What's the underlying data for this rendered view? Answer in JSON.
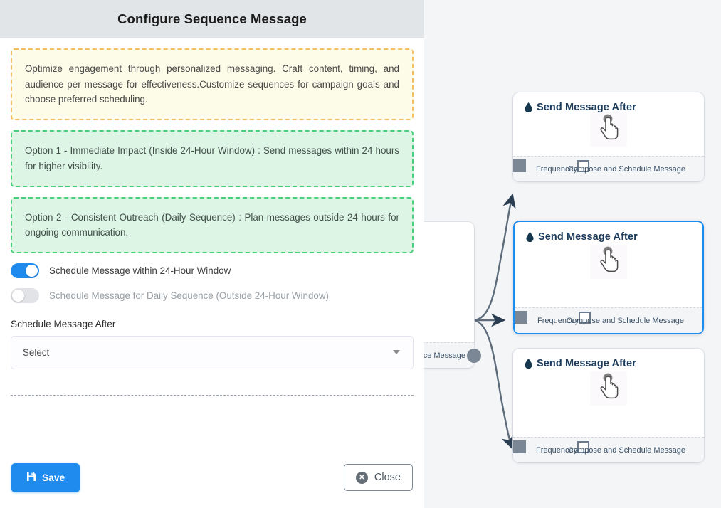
{
  "dialog": {
    "title": "Configure Sequence Message",
    "info_callout": "Optimize engagement through personalized messaging. Craft content, timing, and audience per message for effectiveness.Customize sequences for campaign goals and choose preferred scheduling.",
    "option_1": "Option 1 - Immediate Impact (Inside 24-Hour Window) : Send messages within 24 hours for higher visibility.",
    "option_2": "Option 2 - Consistent Outreach (Daily Sequence) : Plan messages outside 24 hours for ongoing communication.",
    "toggles": [
      {
        "label": "Schedule Message within 24-Hour Window",
        "state": "on"
      },
      {
        "label": "Schedule Message for Daily Sequence (Outside 24-Hour Window)",
        "state": "off"
      }
    ],
    "field": {
      "label": "Schedule Message After",
      "value": "Select",
      "caret_icon": "chevron-down-icon"
    },
    "footer": {
      "save_label": "Save",
      "save_icon": "floppy-disk-icon",
      "close_label": "Close",
      "close_icon": "close-circle-icon",
      "close_glyph": "✕"
    }
  },
  "canvas": {
    "source_node": {
      "footer_label": "ce Message"
    },
    "nodes": [
      {
        "title": "Send Message After",
        "icon": "droplet-icon",
        "cursor_icon": "hand-pointer-icon",
        "in_label": "Frequencey",
        "out_label": "Compose and Schedule Message",
        "selected": false
      },
      {
        "title": "Send Message After",
        "icon": "droplet-icon",
        "cursor_icon": "hand-pointer-icon",
        "in_label": "Frequencey",
        "out_label": "Compose and Schedule Message",
        "selected": true
      },
      {
        "title": "Send Message After",
        "icon": "droplet-icon",
        "cursor_icon": "hand-pointer-icon",
        "in_label": "Frequencey",
        "out_label": "Compose and Schedule Message",
        "selected": false
      }
    ]
  },
  "colors": {
    "accent": "#1f8bef",
    "header_bar": "#e1e5e8",
    "info_border": "#f3bf63",
    "info_bg": "#fdfce9",
    "option_border": "#4ad07d",
    "option_bg": "#ddf5e4",
    "canvas_bg": "#f4f5f7",
    "node_title": "#1c3b5a",
    "edge": "#5d6b7a"
  }
}
